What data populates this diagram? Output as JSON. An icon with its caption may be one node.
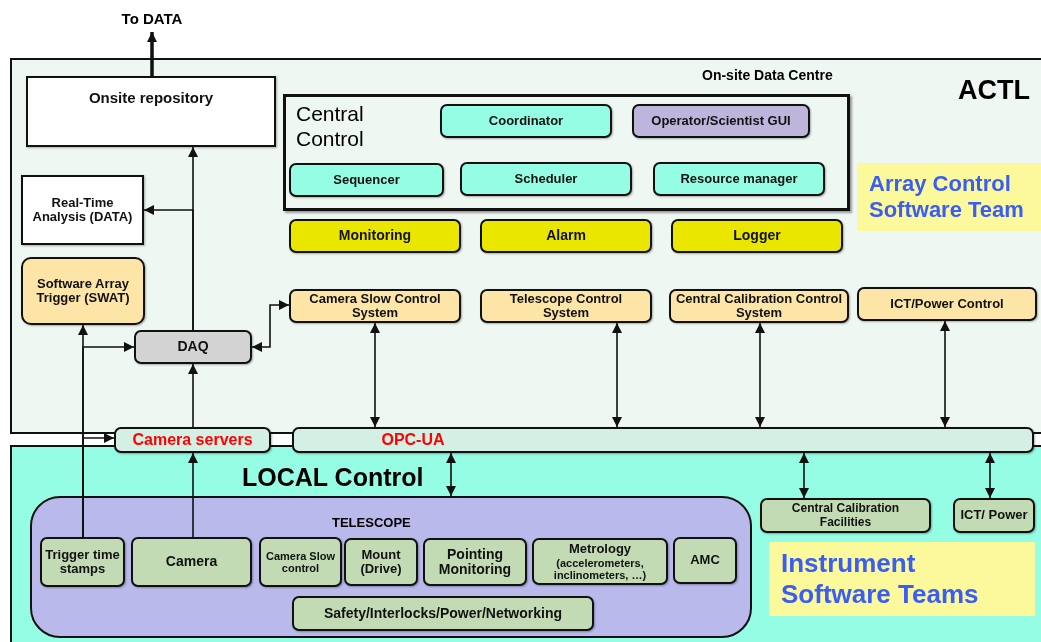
{
  "diagram": {
    "nodes": [
      {
        "text": [
          "To DATA"
        ]
      },
      {
        "text": [
          "On-site Data Centre",
          "ACTL"
        ]
      },
      {
        "text": [
          "Onsite repository"
        ],
        "in": 1
      },
      {
        "text": [
          "Central Control"
        ],
        "in": 1
      },
      {
        "text": [
          "Coordinator"
        ],
        "in": 3
      },
      {
        "text": [
          "Operator/Scientist GUI"
        ],
        "in": 3
      },
      {
        "text": [
          "Sequencer"
        ],
        "in": 3
      },
      {
        "text": [
          "Scheduler"
        ],
        "in": 3
      },
      {
        "text": [
          "Resource  manager"
        ],
        "in": 3
      },
      {
        "text": [
          "Array Control Software Team"
        ],
        "in": 1
      },
      {
        "text": [
          "Monitoring"
        ],
        "in": 1
      },
      {
        "text": [
          "Alarm"
        ],
        "in": 1
      },
      {
        "text": [
          "Logger"
        ],
        "in": 1
      },
      {
        "text": [
          "Real-Time Analysis (DATA)"
        ],
        "in": 1
      },
      {
        "text": [
          "Software Array Trigger (SWAT)"
        ],
        "in": 1
      },
      {
        "text": [
          "Camera Slow Control System"
        ],
        "in": 1
      },
      {
        "text": [
          "Telescope Control System"
        ],
        "in": 1
      },
      {
        "text": [
          "Central Calibration Control System"
        ],
        "in": 1
      },
      {
        "text": [
          "ICT/Power Control"
        ],
        "in": 1
      },
      {
        "text": [
          "DAQ"
        ],
        "in": 1
      },
      {
        "text": [
          "Camera servers"
        ]
      },
      {
        "text": [
          "OPC-UA"
        ]
      },
      {
        "text": [
          "LOCAL Control"
        ]
      },
      {
        "text": [
          "TELESCOPE"
        ],
        "in": 22
      },
      {
        "text": [
          "Trigger time stamps"
        ],
        "in": 23
      },
      {
        "text": [
          "Camera"
        ],
        "in": 23
      },
      {
        "text": [
          "Camera Slow control"
        ],
        "in": 23
      },
      {
        "text": [
          "Mount (Drive)"
        ],
        "in": 23
      },
      {
        "text": [
          "Pointing Monitoring"
        ],
        "in": 23
      },
      {
        "text": [
          "Metrology",
          "(accelerometers, inclinometers, …)"
        ],
        "in": 23
      },
      {
        "text": [
          "AMC"
        ],
        "in": 23
      },
      {
        "text": [
          "Safety/Interlocks/Power/Networking"
        ],
        "in": 23
      },
      {
        "text": [
          "Central Calibration Facilities"
        ],
        "in": 22
      },
      {
        "text": [
          "ICT/ Power"
        ],
        "in": 22
      },
      {
        "text": [
          "Instrument Software Teams"
        ],
        "in": 22
      }
    ],
    "edges": [
      {
        "from": 2,
        "to": 0,
        "arrow": "to",
        "style": "thick"
      },
      {
        "from": 19,
        "to": 2,
        "arrow": "to"
      },
      {
        "from": 19,
        "to": 13,
        "arrow": "to"
      },
      {
        "from": 24,
        "to": 14,
        "arrow": "to"
      },
      {
        "from": 24,
        "to": 19,
        "arrow": "to"
      },
      {
        "from": 24,
        "to": 20,
        "arrow": "to"
      },
      {
        "from": 20,
        "to": 19,
        "arrow": "to"
      },
      {
        "from": 25,
        "to": 20,
        "arrow": "to"
      },
      {
        "from": 19,
        "to": 15,
        "arrow": "both"
      },
      {
        "from": 21,
        "to": 15,
        "arrow": "both"
      },
      {
        "from": 21,
        "to": 16,
        "arrow": "both"
      },
      {
        "from": 21,
        "to": 17,
        "arrow": "both"
      },
      {
        "from": 21,
        "to": 18,
        "arrow": "both"
      },
      {
        "from": 21,
        "to": 23,
        "arrow": "both"
      },
      {
        "from": 21,
        "to": 32,
        "arrow": "both"
      },
      {
        "from": 21,
        "to": 33,
        "arrow": "both"
      }
    ]
  }
}
